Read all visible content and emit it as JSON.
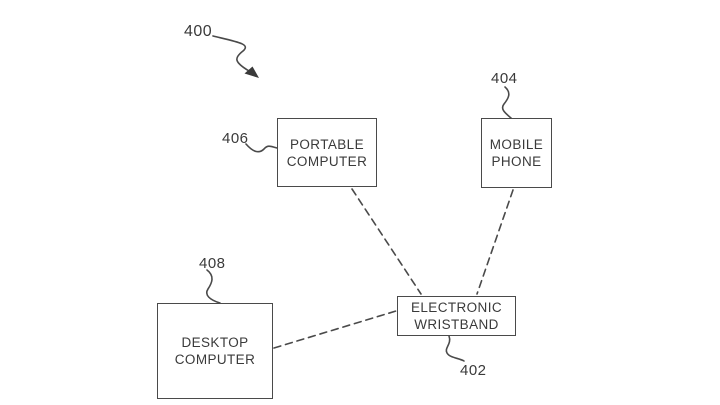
{
  "figure": {
    "ref_label": "400",
    "nodes": [
      {
        "id": "portable-computer",
        "ref": "406",
        "lines": [
          "PORTABLE",
          "COMPUTER"
        ]
      },
      {
        "id": "mobile-phone",
        "ref": "404",
        "lines": [
          "MOBILE",
          "PHONE"
        ]
      },
      {
        "id": "electronic-wristband",
        "ref": "402",
        "lines": [
          "ELECTRONIC",
          "WRISTBAND"
        ]
      },
      {
        "id": "desktop-computer",
        "ref": "408",
        "lines": [
          "DESKTOP",
          "COMPUTER"
        ]
      }
    ],
    "connections": [
      {
        "from": "portable-computer",
        "to": "electronic-wristband",
        "style": "dashed"
      },
      {
        "from": "mobile-phone",
        "to": "electronic-wristband",
        "style": "dashed"
      },
      {
        "from": "desktop-computer",
        "to": "electronic-wristband",
        "style": "dashed"
      }
    ],
    "colors": {
      "line": "#4a4a4a",
      "text": "#3a3a3a",
      "background": "#ffffff"
    }
  }
}
